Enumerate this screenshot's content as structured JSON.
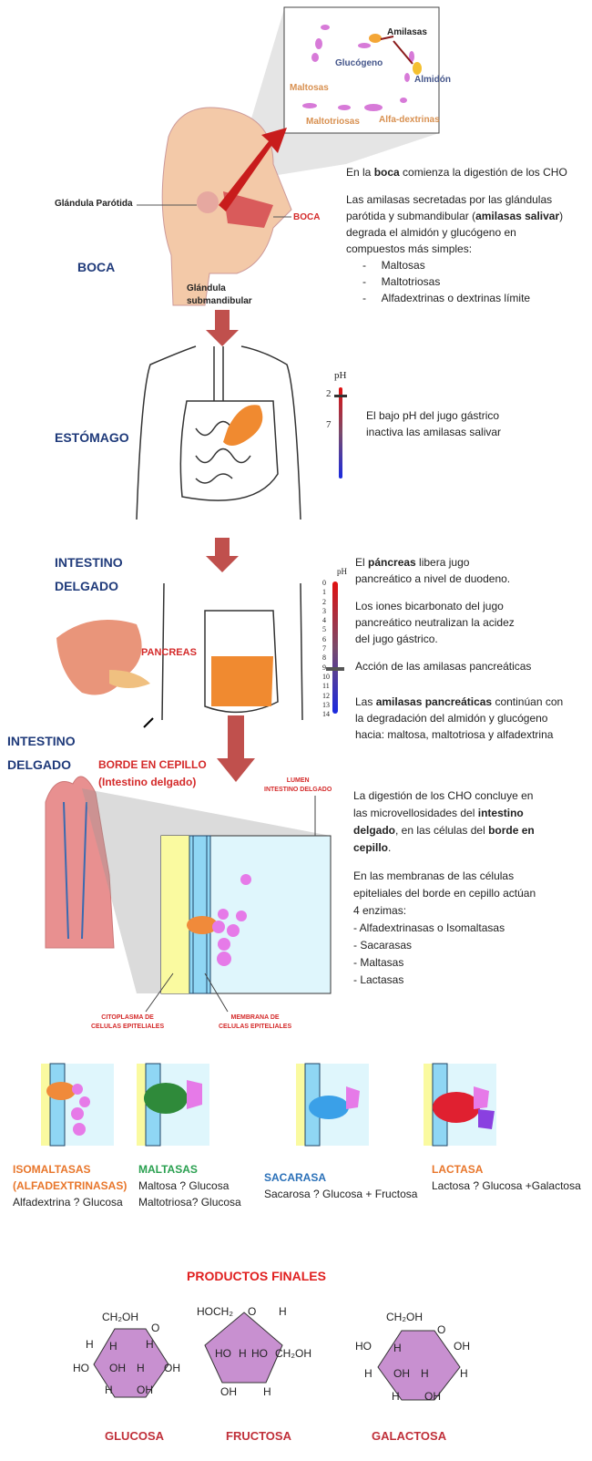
{
  "boca": {
    "section_label": "BOCA",
    "mouth_label": "BOCA",
    "parotid_label": "Glándula Parótida",
    "submandibular_label": [
      "Glándula",
      "submandibular"
    ],
    "inset": {
      "amilasas": "Amilasas",
      "glucogeno": "Glucógeno",
      "almidon": "Almidón",
      "maltosas": "Maltosas",
      "maltotriosas": "Maltotriosas",
      "alfadextrinas": "Alfa-dextrinas"
    },
    "text": {
      "l1a": "En la ",
      "l1b": "boca",
      "l1c": " comienza la digestión de los CHO",
      "l2": "Las amilasas secretadas por las glándulas",
      "l3a": "parótida y submandibular (",
      "l3b": "amilasas salivar",
      "l3c": ")",
      "l4": "degrada el almidón y glucógeno en",
      "l5": "compuestos más simples:",
      "items": [
        "Maltosas",
        "Maltotriosas",
        "Alfadextrinas o dextrinas límite"
      ]
    }
  },
  "estomago": {
    "section_label": "ESTÓMAGO",
    "ph_label": "pH",
    "ph_ticks": [
      "2",
      "7"
    ],
    "text": [
      "El bajo pH del jugo gástrico",
      "inactiva las amilasas salivar"
    ]
  },
  "intestino1": {
    "section_label": [
      "INTESTINO",
      "DELGADO"
    ],
    "pancreas_label": "PANCREAS",
    "ph_label": "pH",
    "ph_ticks": [
      "0",
      "1",
      "2",
      "3",
      "4",
      "5",
      "6",
      "7",
      "8",
      "9",
      "10",
      "11",
      "12",
      "13",
      "14"
    ],
    "ph_marker": 7.5,
    "text": {
      "p1a": "El ",
      "p1b": "páncreas",
      "p1c": " libera jugo",
      "p1d": "pancreático a nivel de duodeno.",
      "p2": [
        "Los iones bicarbonato del jugo",
        "pancreático neutralizan la acidez",
        "del jugo gástrico."
      ],
      "p3": "Acción de las amilasas pancreáticas",
      "p4a": "Las ",
      "p4b": "amilasas pancreáticas",
      "p4c": " continúan con",
      "p4d": "la degradación del almidón y glucógeno",
      "p4e": "hacia: maltosa, maltotriosa y alfadextrina"
    }
  },
  "intestino2": {
    "section_label": [
      "INTESTINO",
      "DELGADO"
    ],
    "borde_label": [
      "BORDE EN CEPILLO",
      "(Intestino delgado)"
    ],
    "lumen_label": [
      "LUMEN",
      "INTESTINO DELGADO"
    ],
    "cytoplasm_label": [
      "CITOPLASMA DE",
      "CELULAS EPITELIALES"
    ],
    "membrane_label": [
      "MEMBRANA DE",
      "CELULAS EPITELIALES"
    ],
    "text": {
      "l1": "La digestión de los CHO concluye en",
      "l2a": "las microvellosidades del ",
      "l2b": "intestino",
      "l3a": "delgado",
      "l3b": ", en las células del ",
      "l3c": "borde en",
      "l4": "cepillo",
      "l5": "En las membranas de las células",
      "l6": "epiteliales del borde en cepillo actúan",
      "l7": "4 enzimas:",
      "items": [
        "- Alfadextrinasas o Isomaltasas",
        "- Sacarasas",
        "- Maltasas",
        "- Lactasas"
      ]
    }
  },
  "enzymes": [
    {
      "name": "ISOMALTASAS",
      "name2": "(ALFADEXTRINASAS)",
      "reactions": [
        "Alfadextrina ?   Glucosa"
      ],
      "color": "#e8762b",
      "blob": "#f08a3a"
    },
    {
      "name": "MALTASAS",
      "reactions": [
        "Maltosa ?   Glucosa",
        "Maltotriosa?   Glucosa"
      ],
      "color": "#2aa050",
      "blob": "#2f8a3a"
    },
    {
      "name": "SACARASA",
      "reactions": [
        "Sacarosa ?   Glucosa + Fructosa"
      ],
      "color": "#2a70b8",
      "blob": "#3aa0e8"
    },
    {
      "name": "LACTASA",
      "reactions": [
        "Lactosa ?   Glucosa +Galactosa"
      ],
      "color": "#e8762b",
      "blob": "#e02030"
    }
  ],
  "productos": {
    "title": "PRODUCTOS FINALES",
    "sugars": [
      {
        "name": "GLUCOSA"
      },
      {
        "name": "FRUCTOSA"
      },
      {
        "name": "GALACTOSA"
      }
    ],
    "glucosa": [
      "CH₂OH",
      "O",
      "H",
      "H",
      "H",
      "HO",
      "OH",
      "H",
      "OH",
      "H",
      "OH"
    ],
    "fructosa": [
      "HOCH₂",
      "O",
      "H",
      "HO",
      "H",
      "HO",
      "CH₂OH",
      "OH",
      "H"
    ],
    "galactosa": [
      "CH₂OH",
      "O",
      "HO",
      "H",
      "OH",
      "H",
      "OH",
      "H",
      "H",
      "H",
      "OH"
    ]
  }
}
